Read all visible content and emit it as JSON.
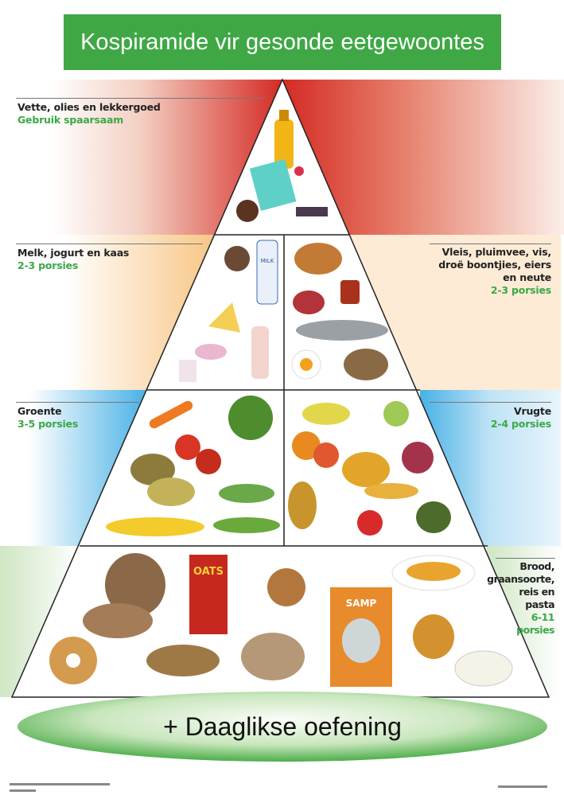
{
  "title": "Kospiramide vir gesonde eetgewoontes",
  "tiers": {
    "fats": {
      "label": "Vette, olies en lekkergoed",
      "servings": "Gebruik spaarsaam",
      "color": "#d8322a"
    },
    "dairy": {
      "label": "Melk, jogurt en kaas",
      "servings": "2-3 porsies",
      "color": "#f7c98c"
    },
    "protein": {
      "label_lines": [
        "Vleis, pluimvee, vis,",
        "droë boontjies, eiers",
        "en neute"
      ],
      "servings": "2-3 porsies",
      "color": "#fde9d2"
    },
    "vegetables": {
      "label": "Groente",
      "servings": "3-5 porsies",
      "color": "#5ab8e8"
    },
    "fruit": {
      "label": "Vrugte",
      "servings": "2-4 porsies",
      "color": "#5ab8e8"
    },
    "grains": {
      "label_lines": [
        "Brood,",
        "graansoorte,",
        "reis en",
        "pasta"
      ],
      "servings_lines": [
        "6-11",
        "porsies"
      ],
      "color": "#cfe6c4"
    }
  },
  "exercise": "+ Daaglikse oefening",
  "accent": "#3fa845",
  "product_labels": {
    "milk": "MILK",
    "oats": "OATS",
    "samp": "SAMP"
  }
}
